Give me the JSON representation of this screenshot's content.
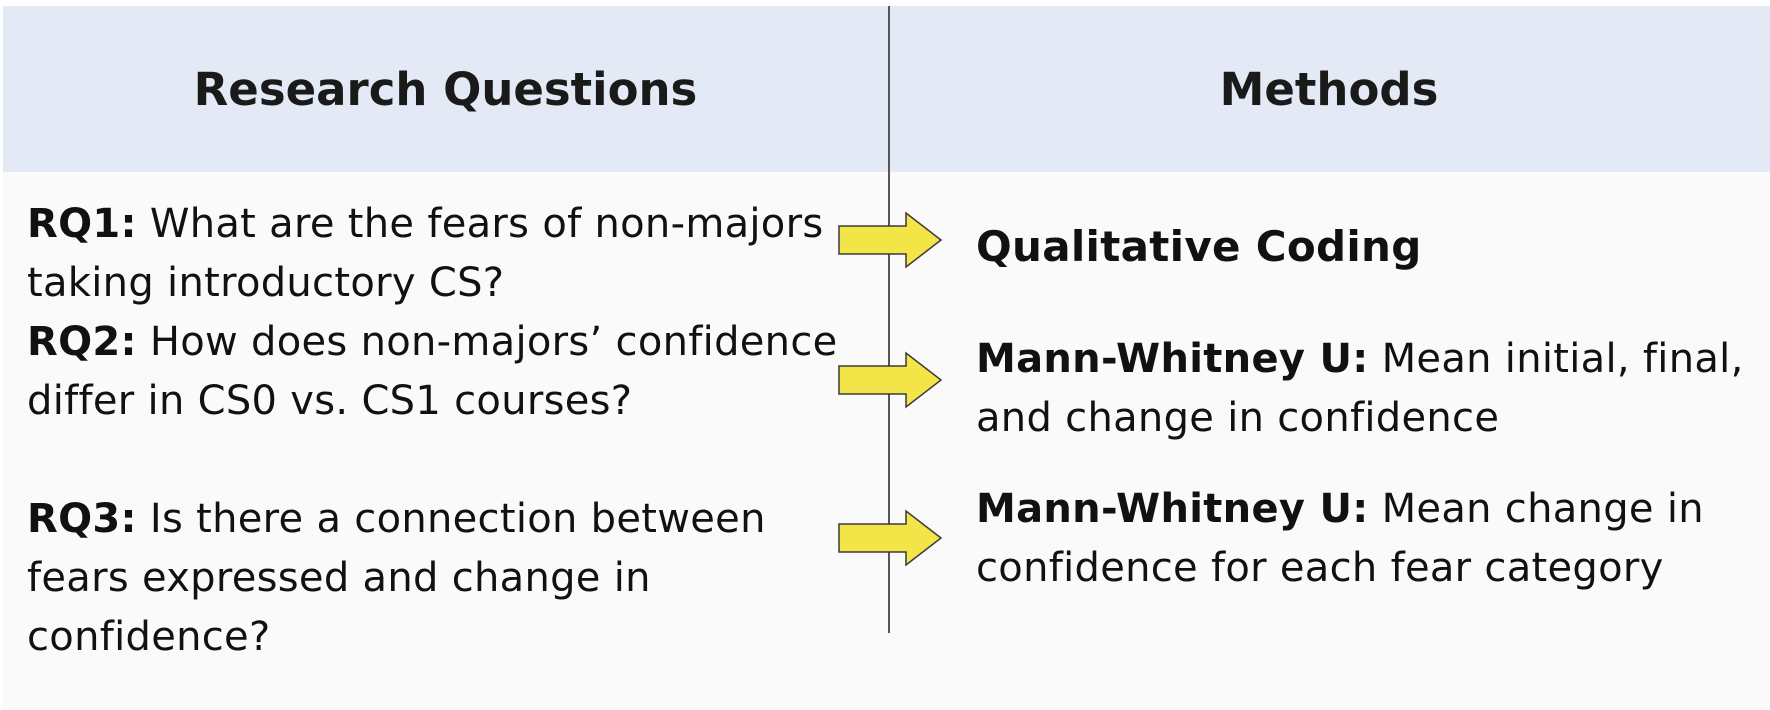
{
  "header": {
    "left_title": "Research Questions",
    "right_title": "Methods"
  },
  "questions": [
    {
      "label": "RQ1:",
      "text": " What are the fears of non-majors taking introductory CS?"
    },
    {
      "label": "RQ2:",
      "text": " How does non-majors’ confidence differ in CS0 vs. CS1 courses?"
    },
    {
      "label": "RQ3:",
      "text": " Is there a connection between fears expressed and change in confidence?"
    }
  ],
  "methods": [
    {
      "label": "Qualitative Coding",
      "text": ""
    },
    {
      "label": "Mann-Whitney U:",
      "text": " Mean initial, final, and change in confidence"
    },
    {
      "label": "Mann-Whitney U:",
      "text": " Mean change in confidence for each fear category"
    }
  ],
  "colors": {
    "header_band": "#e4eaf5",
    "background": "#fafafa",
    "arrow_fill": "#f3e447",
    "arrow_stroke": "#3a3a3a",
    "divider": "#555555"
  },
  "icons": [
    "right-arrow-icon",
    "right-arrow-icon",
    "right-arrow-icon"
  ]
}
